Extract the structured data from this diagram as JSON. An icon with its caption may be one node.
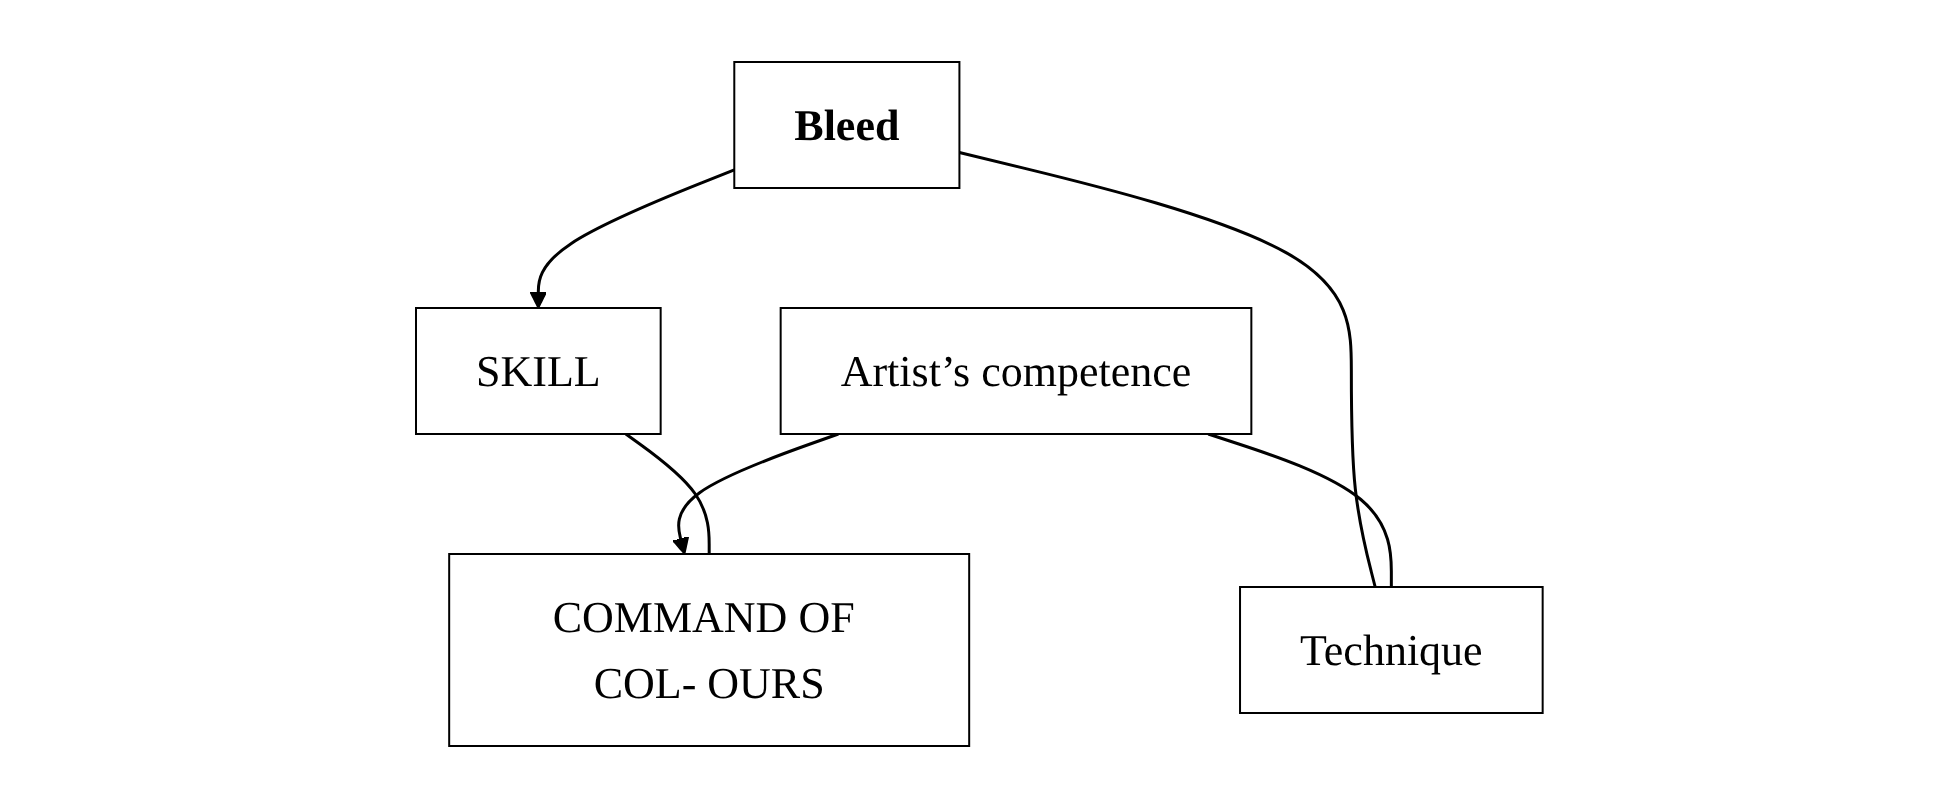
{
  "diagram": {
    "nodes": [
      {
        "text": [
          "Bleed"
        ]
      },
      {
        "text": [
          "Artist’s competence"
        ]
      },
      {
        "text": [
          "Technique"
        ]
      },
      {
        "text": [
          "SKILL"
        ]
      },
      {
        "text": [
          "COMMAND OF COL- OURS"
        ]
      }
    ],
    "edges": [
      {
        "from": 0,
        "to": 3,
        "arrow": "to"
      },
      {
        "from": 0,
        "to": 2,
        "arrow": "none"
      },
      {
        "from": 1,
        "to": 2,
        "arrow": "none"
      },
      {
        "from": 1,
        "to": 4,
        "arrow": "to"
      },
      {
        "from": 3,
        "to": 4,
        "arrow": "none"
      }
    ]
  }
}
